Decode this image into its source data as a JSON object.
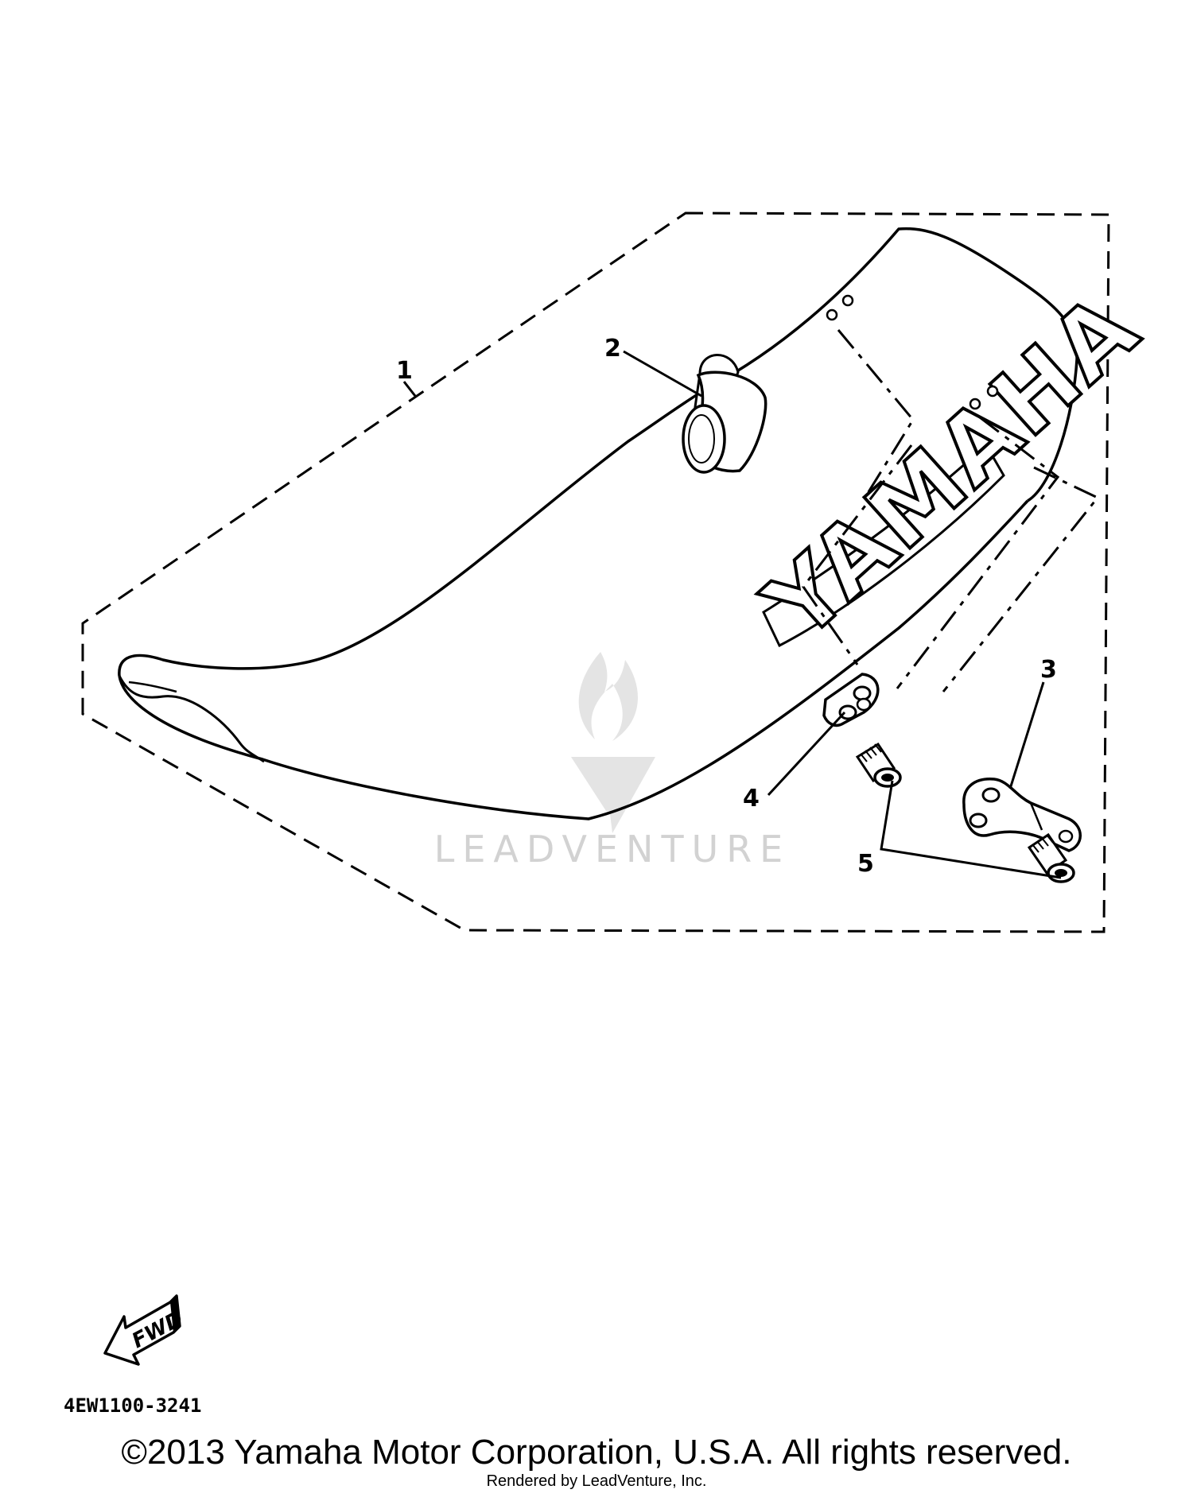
{
  "diagram": {
    "callouts": [
      {
        "id": "1",
        "label": "1"
      },
      {
        "id": "2",
        "label": "2"
      },
      {
        "id": "3",
        "label": "3"
      },
      {
        "id": "4",
        "label": "4"
      },
      {
        "id": "5",
        "label": "5"
      }
    ],
    "seat_logo": "YAMAHA",
    "fwd_label": "FWD",
    "diagram_code": "4EW1100-3241",
    "watermark": "LEADVENTURE"
  },
  "footer": {
    "copyright": "©2013 Yamaha Motor Corporation, U.S.A. All rights reserved.",
    "rendered_by": "Rendered by LeadVenture, Inc."
  },
  "colors": {
    "line": "#000000",
    "background": "#ffffff",
    "watermark": "#d2d2d2"
  }
}
